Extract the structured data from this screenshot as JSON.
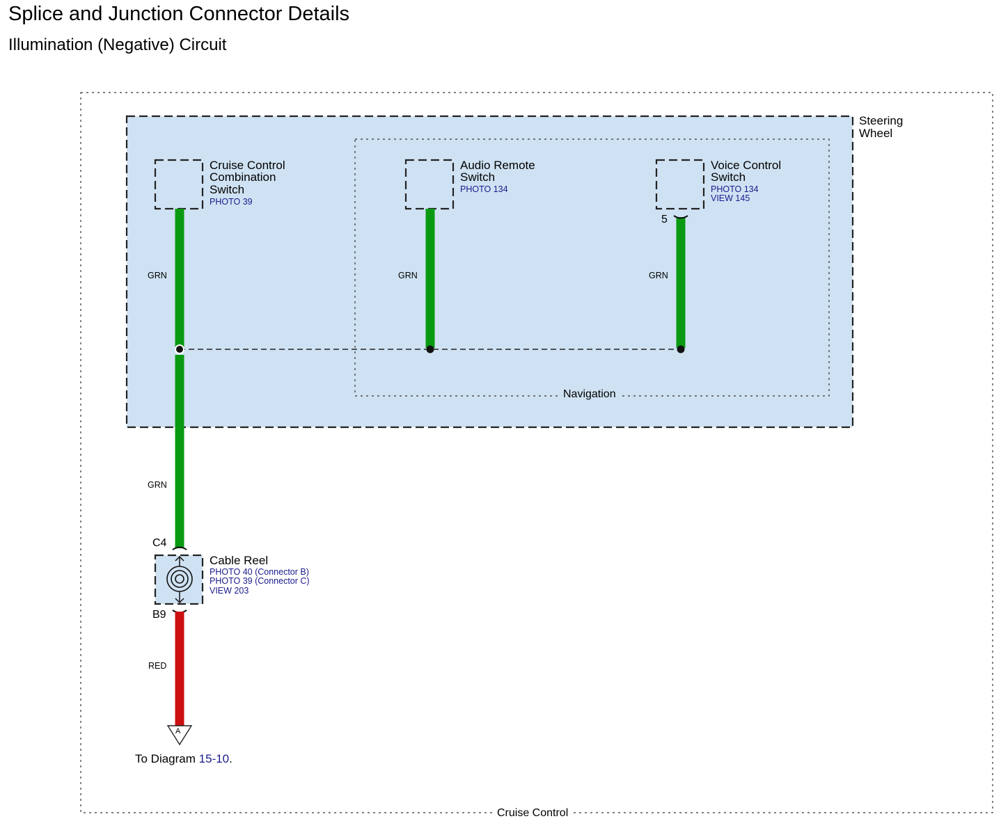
{
  "header": {
    "title": "Splice and Junction Connector Details",
    "subtitle": "Illumination (Negative) Circuit"
  },
  "frame": {
    "label": "Cruise Control"
  },
  "steering_wheel": {
    "label_line1": "Steering",
    "label_line2": "Wheel",
    "fill_color": "#cfe2f3"
  },
  "navigation": {
    "label": "Navigation"
  },
  "components": {
    "cruise_switch": {
      "name_line1": "Cruise Control",
      "name_line2": "Combination",
      "name_line3": "Switch",
      "ref1": "PHOTO 39"
    },
    "audio_switch": {
      "name_line1": "Audio Remote",
      "name_line2": "Switch",
      "ref1": "PHOTO 134"
    },
    "voice_switch": {
      "name_line1": "Voice Control",
      "name_line2": "Switch",
      "ref1": "PHOTO 134",
      "ref2": "VIEW 145",
      "pin": "5"
    },
    "cable_reel": {
      "name": "Cable Reel",
      "ref1": "PHOTO 40 (Connector B)",
      "ref2": "PHOTO 39 (Connector C)",
      "ref3": "VIEW 203",
      "pin_top": "C4",
      "pin_bottom": "B9"
    }
  },
  "wires": {
    "cruise_color": "GRN",
    "audio_color": "GRN",
    "voice_color": "GRN",
    "main_color": "GRN",
    "output_color": "RED",
    "green_hex": "#0a9a12",
    "red_hex": "#cc1010"
  },
  "output": {
    "connector_letter": "A",
    "note_prefix": "To Diagram",
    "note_link": "15-10",
    "note_suffix": "."
  }
}
